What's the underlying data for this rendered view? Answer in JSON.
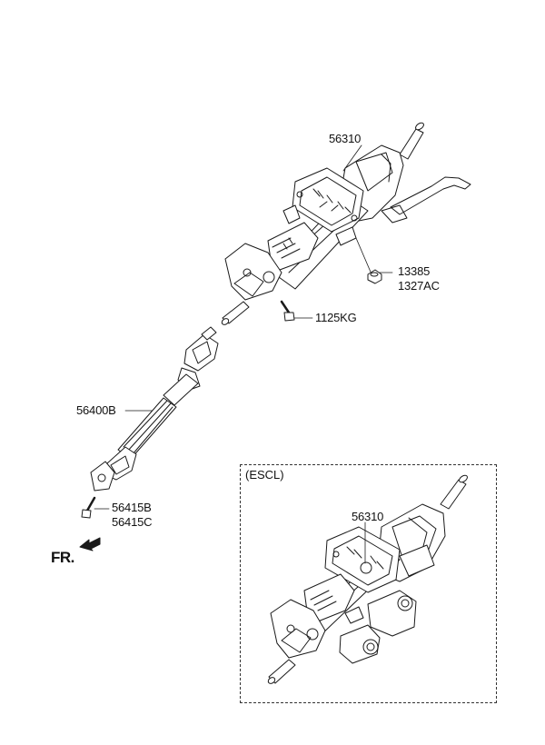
{
  "labels": {
    "column_assy": "56310",
    "bolt_a": "13385",
    "bolt_b": "1327AC",
    "bolt_c": "1125KG",
    "shaft_assy": "56400B",
    "joint_bolt_a": "56415B",
    "joint_bolt_b": "56415C",
    "front_marker": "FR.",
    "inset_title": "(ESCL)",
    "inset_column_assy": "56310"
  },
  "colors": {
    "line": "#1a1a1a",
    "background": "#ffffff"
  }
}
